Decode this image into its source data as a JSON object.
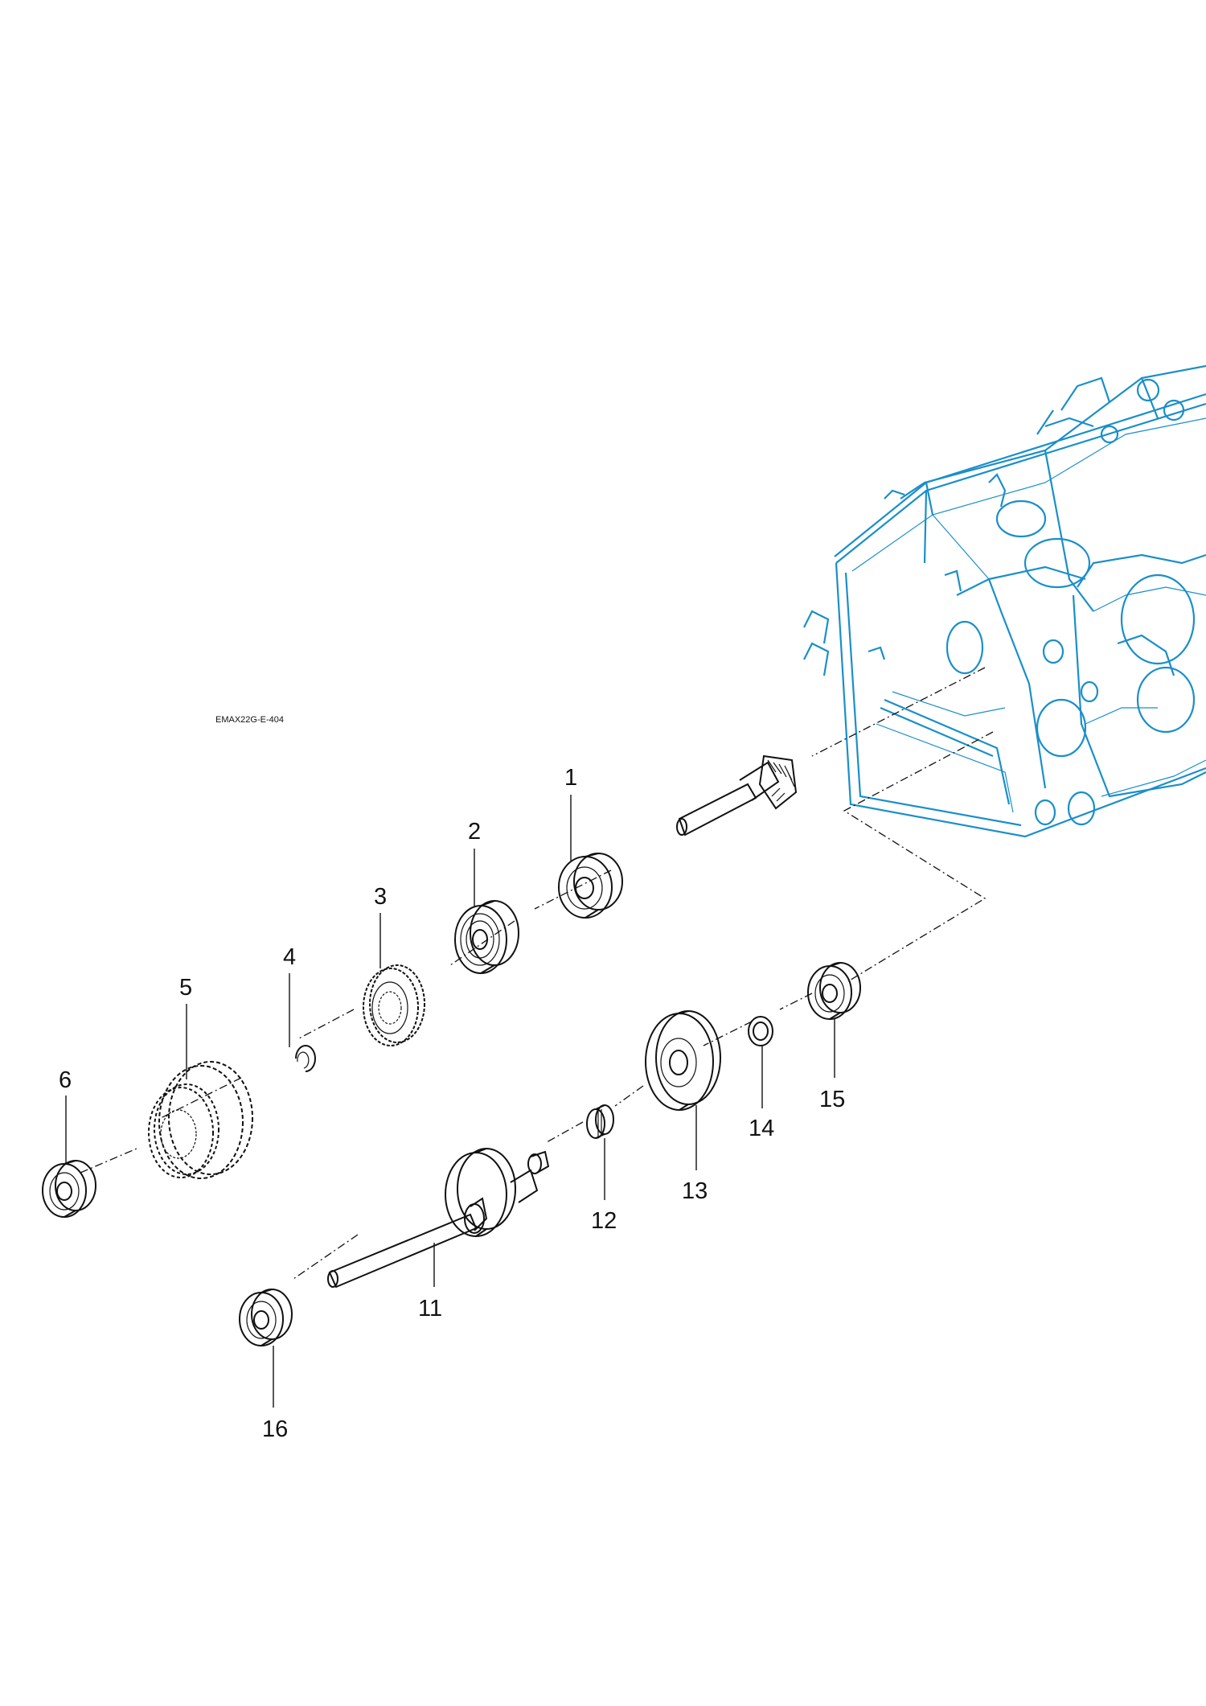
{
  "drawing_code": "EMAX22G-E-404",
  "callouts": {
    "c1": "1",
    "c2": "2",
    "c3": "3",
    "c4": "4",
    "c5": "5",
    "c6": "6",
    "c11": "11",
    "c12": "12",
    "c13": "13",
    "c14": "14",
    "c15": "15",
    "c16": "16"
  },
  "colors": {
    "housing_outline": "#1a8fc9",
    "parts_outline": "#111111"
  }
}
